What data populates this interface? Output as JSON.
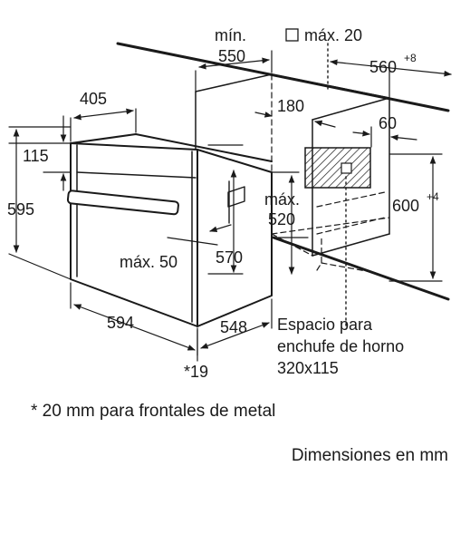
{
  "labels": {
    "min": "mín.",
    "min_value": "550",
    "max_depth": "máx. 20",
    "niche_width": "560",
    "niche_width_tolerance": "+8",
    "depth_top": "405",
    "depth_180": "180",
    "dim_60": "60",
    "height_115": "115",
    "height_595": "595",
    "max": "máx.",
    "max_520": "520",
    "niche_height": "600",
    "niche_height_tolerance": "+4",
    "max_50": "máx. 50",
    "height_570": "570",
    "width_594": "594",
    "width_548": "548",
    "front_19": "*19",
    "socket_line1": "Espacio para",
    "socket_line2": "enchufe de horno",
    "socket_line3": "320x115"
  },
  "footnote": "* 20 mm para frontales de metal",
  "units_note": "Dimensiones en mm"
}
